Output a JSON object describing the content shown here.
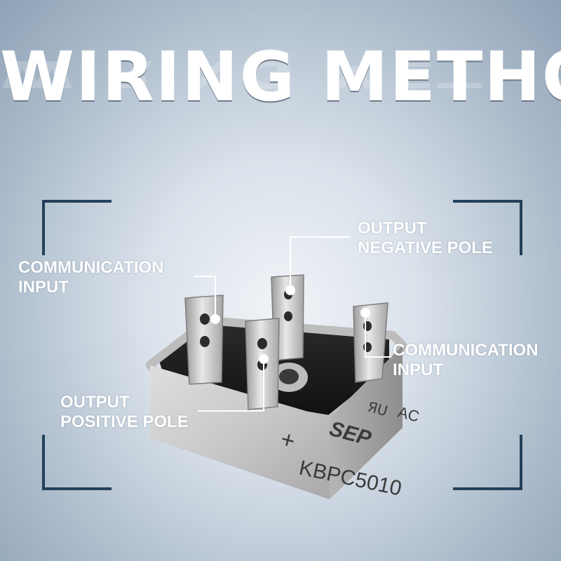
{
  "title": "WIRING METHOD",
  "labels": {
    "output_negative_line1": "OUTPUT",
    "output_negative_line2": "NEGATIVE POLE",
    "comm_left_line1": "COMMUNICATION",
    "comm_left_line2": "INPUT",
    "comm_right_line1": "COMMUNICATION",
    "comm_right_line2": "INPUT",
    "output_positive_line1": "OUTPUT",
    "output_positive_line2": "POSITIVE POLE"
  },
  "component": {
    "brand_mark": "SEP",
    "certification_mark": "ЯU",
    "ac_mark": "AC",
    "plus_mark": "+",
    "model": "KBPC5010"
  },
  "colors": {
    "frame": "#24405a",
    "label_text": "#ffffff",
    "body_silver": "#c9c9c9"
  }
}
